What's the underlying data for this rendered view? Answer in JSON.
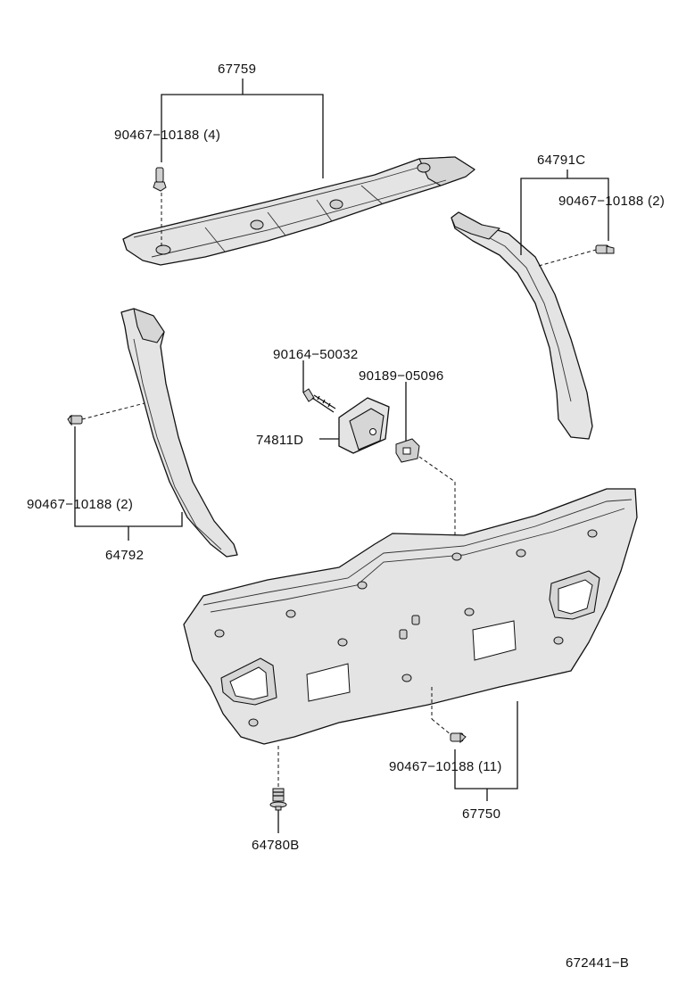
{
  "labels": {
    "p67759": "67759",
    "p67759_clip": "90467−10188 (4)",
    "p64791c": "64791C",
    "p64791c_clip": "90467−10188 (2)",
    "p90164": "90164−50032",
    "p90189": "90189−05096",
    "p74811d": "74811D",
    "p64792_clip": "90467−10188 (2)",
    "p64792": "64792",
    "p67750_clip": "90467−10188 (11)",
    "p67750": "67750",
    "p64780b": "64780B",
    "diagram_id": "672441−B"
  }
}
